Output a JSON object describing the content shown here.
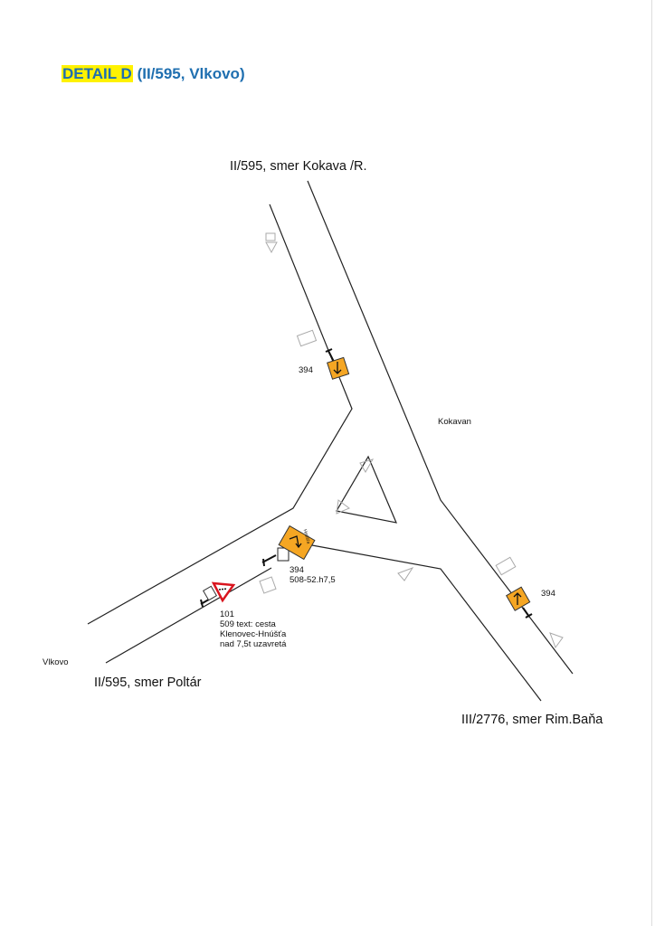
{
  "title": {
    "highlight": "DETAIL D",
    "rest": "(II/595, Vlkovo)"
  },
  "colors": {
    "title": "#1f6fb0",
    "highlight": "#fff200",
    "sign_orange": "#f5a623",
    "yield_red": "#d9141e"
  },
  "labels": {
    "north": "II/595, smer Kokava /R.",
    "kokavan": "Kokavan",
    "vlkovo": "Vlkovo",
    "southwest": "II/595, smer Poltár",
    "southeast": "III/2776, smer Rim.Baňa"
  },
  "signs": {
    "north_394": "394",
    "center_394": "394",
    "center_sub": "508-52.h7,5",
    "east_394": "394",
    "yield_code": "101",
    "yield_text": [
      "509 text: cesta",
      "Klenovec-Hnúšťa",
      "nad 7,5t uzavretá"
    ],
    "detour_text": "Hnúšťa"
  }
}
